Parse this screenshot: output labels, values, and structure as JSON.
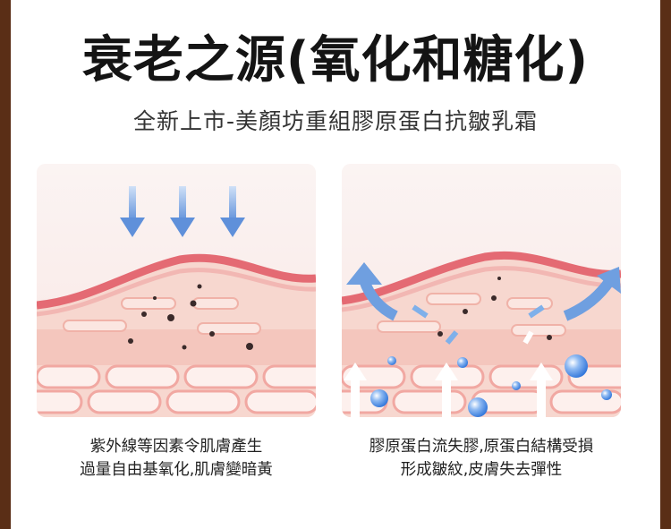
{
  "header": {
    "title": "衰老之源(氧化和糖化)",
    "subtitle": "全新上市-美顏坊重組膠原蛋白抗皺乳霜"
  },
  "panels": [
    {
      "caption_line1": "紫外線等因素令肌膚產生",
      "caption_line2": "過量自由基氧化,肌膚變暗黃"
    },
    {
      "caption_line1": "膠原蛋白流失膠,原蛋白結構受損",
      "caption_line2": "形成皺紋,皮膚失去彈性"
    }
  ],
  "colors": {
    "frame": "#5a2e16",
    "skin_surface": "#e46a73",
    "skin_layer": "#f6cfc6",
    "arrow_blue": "#6f9fe0",
    "bubble_blue": "#3f86e6"
  },
  "icons": [
    "down-arrow-icon",
    "curved-arrow-icon",
    "up-arrow-icon",
    "bubble-icon",
    "particle-icon"
  ]
}
